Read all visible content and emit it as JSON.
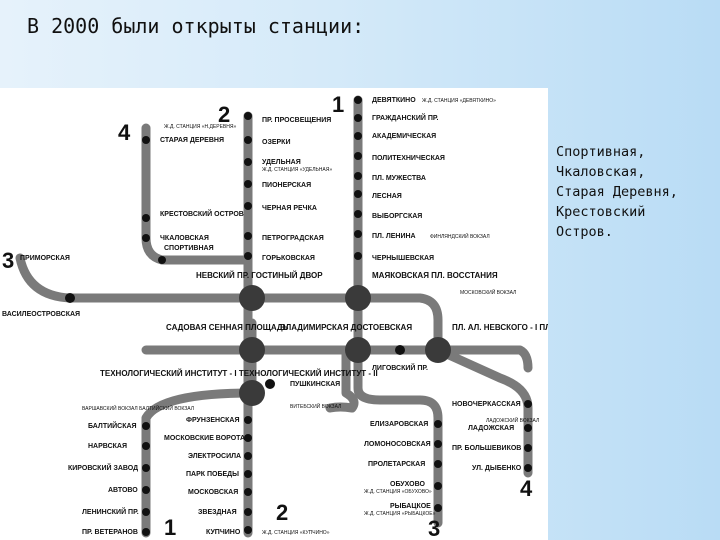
{
  "title": "В 2000 были открыты станции:",
  "opened_stations": [
    "Спортивная,",
    "Чкаловская,",
    "Старая Деревня,",
    "Крестовский",
    "Остров."
  ],
  "colors": {
    "line": "#7a7a7a",
    "hub": "#3a3a3a",
    "station": "#111111"
  },
  "map": {
    "line_numbers": {
      "n1_top": "1",
      "n2_top": "2",
      "n4_top": "4",
      "n3_left": "3",
      "n1_bottom": "1",
      "n2_bottom": "2",
      "n3_bottom": "3",
      "n4_right": "4"
    },
    "line1": [
      "ДЕВЯТКИНО",
      "ГРАЖДАНСКИЙ ПР.",
      "АКАДЕМИЧЕСКАЯ",
      "ПОЛИТЕХНИЧЕСКАЯ",
      "ПЛ. МУЖЕСТВА",
      "ЛЕСНАЯ",
      "ВЫБОРГСКАЯ",
      "ПЛ. ЛЕНИНА",
      "ЧЕРНЫШЕВСКАЯ"
    ],
    "line1_notes": {
      "devyatkino": "Ж.Д. СТАНЦИЯ «ДЕВЯТКИНО»",
      "lenina": "ФИНЛЯНДСКИЙ ВОКЗАЛ"
    },
    "line2": [
      "ПР. ПРОСВЕЩЕНИЯ",
      "ОЗЕРКИ",
      "УДЕЛЬНАЯ",
      "ПИОНЕРСКАЯ",
      "ЧЕРНАЯ РЕЧКА",
      "ПЕТРОГРАДСКАЯ",
      "ГОРЬКОВСКАЯ"
    ],
    "line2_note_udelnaya": "Ж.Д. СТАНЦИЯ «УДЕЛЬНАЯ»",
    "line4": [
      "СТАРАЯ ДЕРЕВНЯ",
      "КРЕСТОВСКИЙ ОСТРОВ",
      "ЧКАЛОВСКАЯ",
      "СПОРТИВНАЯ"
    ],
    "line4_note": "Ж.Д. СТАНЦИЯ «Н.ДЕРЕВНЯ»",
    "line3_top": [
      "ПРИМОРСКАЯ",
      "ВАСИЛЕОСТРОВСКАЯ"
    ],
    "hubs": {
      "nevsky": "НЕВСКИЙ ПР. ГОСТИНЫЙ ДВОР",
      "mayak": "МАЯКОВСКАЯ ПЛ. ВОССТАНИЯ",
      "mayak_note": "МОСКОВСКИЙ ВОКЗАЛ",
      "sadovaya": "САДОВАЯ СЕННАЯ ПЛОЩАДЬ",
      "vladim": "ВЛАДИМИРСКАЯ ДОСТОЕВСКАЯ",
      "alnev": "ПЛ. АЛ. НЕВСКОГО - I ПЛ. АЛ. НЕВСКОГО - II",
      "tech": "ТЕХНОЛОГИЧЕСКИЙ ИНСТИТУТ - I ТЕХНОЛОГИЧЕСКИЙ ИНСТИТУТ - II",
      "pushk": "ПУШКИНСКАЯ",
      "pushk_note": "ВИТЕБСКИЙ ВОКЗАЛ"
    },
    "line4_right": [
      "ЛИГОВСКИЙ ПР.",
      "НОВОЧЕРКАССКАЯ",
      "ЛАДОЖСКАЯ",
      "ПР. БОЛЬШЕВИКОВ",
      "УЛ. ДЫБЕНКО"
    ],
    "line4_right_note": "ЛАДОЖСКИЙ ВОКЗАЛ",
    "line1_south": [
      "БАЛТИЙСКАЯ",
      "НАРВСКАЯ",
      "КИРОВСКИЙ ЗАВОД",
      "АВТОВО",
      "ЛЕНИНСКИЙ ПР.",
      "ПР. ВЕТЕРАНОВ"
    ],
    "line1_south_note": "ВАРШАВСКИЙ ВОКЗАЛ БАЛТИЙСКИЙ ВОКЗАЛ",
    "line2_south": [
      "ФРУНЗЕНСКАЯ",
      "МОСКОВСКИЕ ВОРОТА",
      "ЭЛЕКТРОСИЛА",
      "ПАРК ПОБЕДЫ",
      "МОСКОВСКАЯ",
      "ЗВЕЗДНАЯ",
      "КУПЧИНО"
    ],
    "line2_south_note": "Ж.Д. СТАНЦИЯ «КУПЧИНО»",
    "line3_south": [
      "ЕЛИЗАРОВСКАЯ",
      "ЛОМОНОСОВСКАЯ",
      "ПРОЛЕТАРСКАЯ",
      "ОБУХОВО",
      "РЫБАЦКОЕ"
    ],
    "line3_south_notes": {
      "obuhovo": "Ж.Д. СТАНЦИЯ «ОБУХОВО»",
      "rybatskoe": "Ж.Д. СТАНЦИЯ «РЫБАЦКОЕ»"
    }
  }
}
